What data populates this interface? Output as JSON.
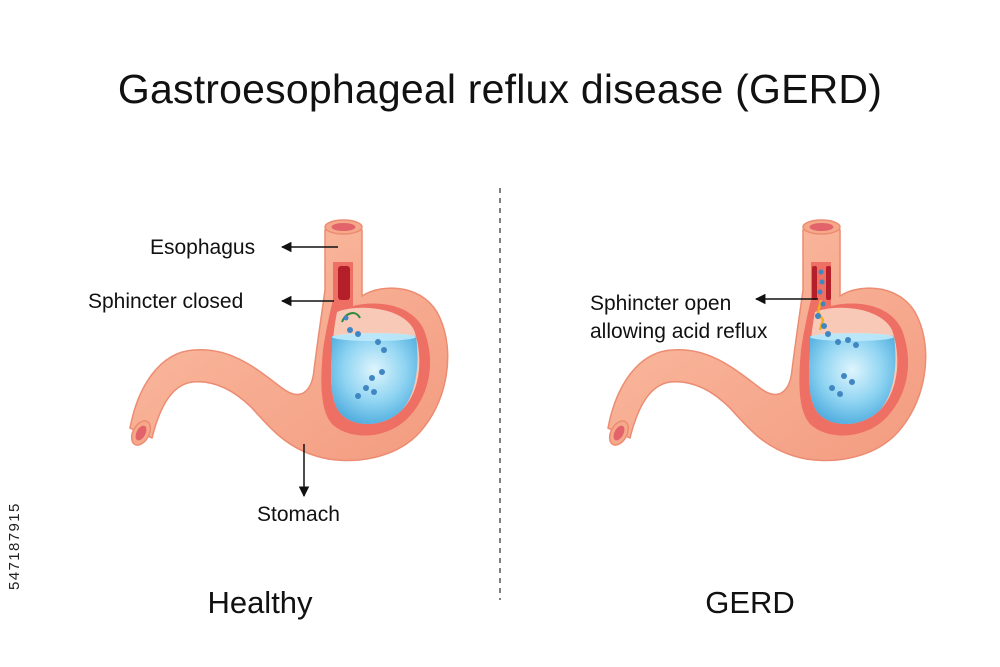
{
  "title": "Gastroesophageal reflux disease (GERD)",
  "healthy": {
    "label": "Healthy",
    "esophagus_label": "Esophagus",
    "sphincter_label": "Sphincter closed",
    "stomach_label": "Stomach"
  },
  "gerd": {
    "label": "GERD",
    "sphincter_line1": "Sphincter open",
    "sphincter_line2": "allowing acid reflux"
  },
  "stock_id": "547187915",
  "colors": {
    "stomach_fill": "#f6a98a",
    "stomach_outline": "#ec8c72",
    "lining": "#ee6f63",
    "sphincter": "#b51f2a",
    "acid": "#6cc6ee",
    "bubble": "#3f86c2",
    "arrow": "#111111"
  }
}
